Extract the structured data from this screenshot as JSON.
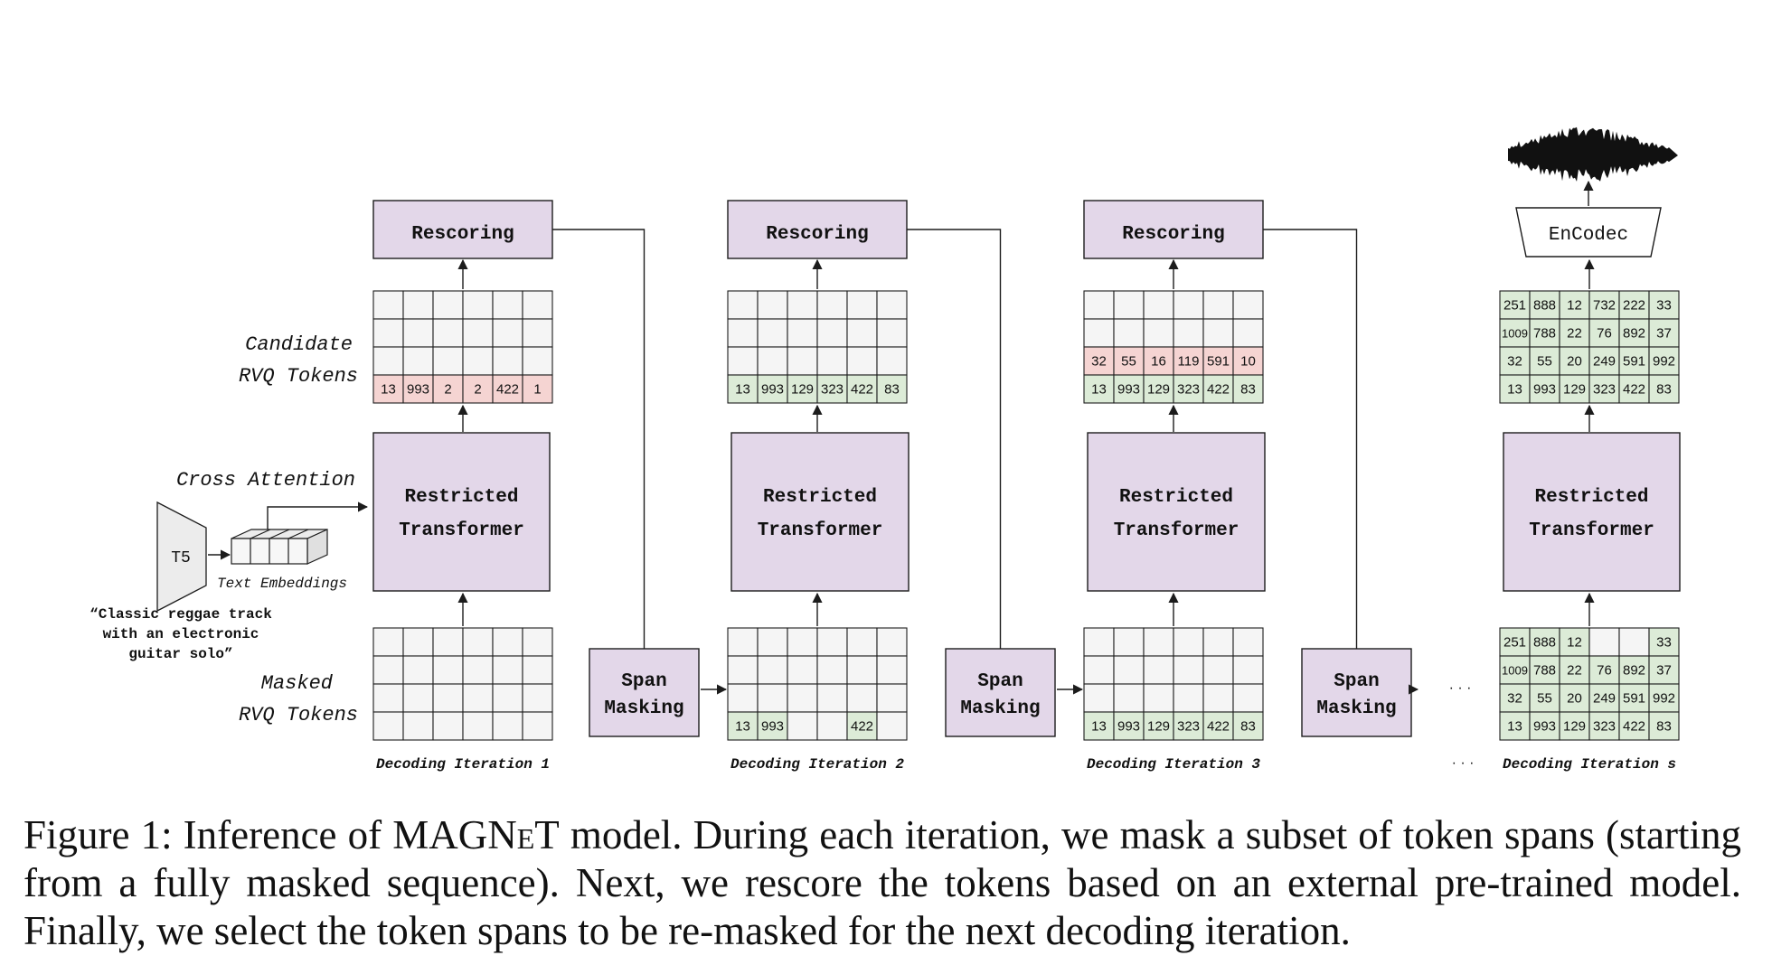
{
  "colors": {
    "box_fill": "#e3d7e9",
    "red_cell": "#f5d4d2",
    "green_cell": "#dcebd7",
    "empty_cell": "#f5f5f5",
    "line": "#1c1c1c"
  },
  "labels": {
    "candidate_line1": "Candidate",
    "candidate_line2": "RVQ Tokens",
    "masked_line1": "Masked",
    "masked_line2": "RVQ Tokens",
    "cross_attention": "Cross Attention",
    "t5": "T5",
    "text_embeddings": "Text Embeddings",
    "prompt": [
      "“Classic reggae track",
      "with an electronic",
      "guitar solo”"
    ],
    "encodec": "EnCodec",
    "ellipsis": "· · ·"
  },
  "blocks": {
    "rescoring": "Rescoring",
    "transformer": [
      "Restricted",
      "Transformer"
    ],
    "span_masking": [
      "Span",
      "Masking"
    ]
  },
  "iterations": [
    {
      "label": "Decoding Iteration 1",
      "has_rescoring": true,
      "candidate": [
        [
          "",
          "",
          "",
          "",
          "",
          ""
        ],
        [
          "",
          "",
          "",
          "",
          "",
          ""
        ],
        [
          "",
          "",
          "",
          "",
          "",
          ""
        ],
        [
          "13",
          "993",
          "2",
          "2",
          "422",
          "1"
        ]
      ],
      "candidate_states": [
        [
          "e",
          "e",
          "e",
          "e",
          "e",
          "e"
        ],
        [
          "e",
          "e",
          "e",
          "e",
          "e",
          "e"
        ],
        [
          "e",
          "e",
          "e",
          "e",
          "e",
          "e"
        ],
        [
          "r",
          "r",
          "r",
          "r",
          "r",
          "r"
        ]
      ],
      "masked": [
        [
          "",
          "",
          "",
          "",
          "",
          ""
        ],
        [
          "",
          "",
          "",
          "",
          "",
          ""
        ],
        [
          "",
          "",
          "",
          "",
          "",
          ""
        ],
        [
          "",
          "",
          "",
          "",
          "",
          ""
        ]
      ],
      "masked_states": [
        [
          "e",
          "e",
          "e",
          "e",
          "e",
          "e"
        ],
        [
          "e",
          "e",
          "e",
          "e",
          "e",
          "e"
        ],
        [
          "e",
          "e",
          "e",
          "e",
          "e",
          "e"
        ],
        [
          "e",
          "e",
          "e",
          "e",
          "e",
          "e"
        ]
      ]
    },
    {
      "label": "Decoding Iteration 2",
      "has_rescoring": true,
      "candidate": [
        [
          "",
          "",
          "",
          "",
          "",
          ""
        ],
        [
          "",
          "",
          "",
          "",
          "",
          ""
        ],
        [
          "",
          "",
          "",
          "",
          "",
          ""
        ],
        [
          "13",
          "993",
          "129",
          "323",
          "422",
          "83"
        ]
      ],
      "candidate_states": [
        [
          "e",
          "e",
          "e",
          "e",
          "e",
          "e"
        ],
        [
          "e",
          "e",
          "e",
          "e",
          "e",
          "e"
        ],
        [
          "e",
          "e",
          "e",
          "e",
          "e",
          "e"
        ],
        [
          "g",
          "g",
          "g",
          "g",
          "g",
          "g"
        ]
      ],
      "masked": [
        [
          "",
          "",
          "",
          "",
          "",
          ""
        ],
        [
          "",
          "",
          "",
          "",
          "",
          ""
        ],
        [
          "",
          "",
          "",
          "",
          "",
          ""
        ],
        [
          "13",
          "993",
          "",
          "",
          "422",
          ""
        ]
      ],
      "masked_states": [
        [
          "e",
          "e",
          "e",
          "e",
          "e",
          "e"
        ],
        [
          "e",
          "e",
          "e",
          "e",
          "e",
          "e"
        ],
        [
          "e",
          "e",
          "e",
          "e",
          "e",
          "e"
        ],
        [
          "g",
          "g",
          "e",
          "e",
          "g",
          "e"
        ]
      ]
    },
    {
      "label": "Decoding Iteration 3",
      "has_rescoring": true,
      "candidate": [
        [
          "",
          "",
          "",
          "",
          "",
          ""
        ],
        [
          "",
          "",
          "",
          "",
          "",
          ""
        ],
        [
          "32",
          "55",
          "16",
          "119",
          "591",
          "10"
        ],
        [
          "13",
          "993",
          "129",
          "323",
          "422",
          "83"
        ]
      ],
      "candidate_states": [
        [
          "e",
          "e",
          "e",
          "e",
          "e",
          "e"
        ],
        [
          "e",
          "e",
          "e",
          "e",
          "e",
          "e"
        ],
        [
          "r",
          "r",
          "r",
          "r",
          "r",
          "r"
        ],
        [
          "g",
          "g",
          "g",
          "g",
          "g",
          "g"
        ]
      ],
      "masked": [
        [
          "",
          "",
          "",
          "",
          "",
          ""
        ],
        [
          "",
          "",
          "",
          "",
          "",
          ""
        ],
        [
          "",
          "",
          "",
          "",
          "",
          ""
        ],
        [
          "13",
          "993",
          "129",
          "323",
          "422",
          "83"
        ]
      ],
      "masked_states": [
        [
          "e",
          "e",
          "e",
          "e",
          "e",
          "e"
        ],
        [
          "e",
          "e",
          "e",
          "e",
          "e",
          "e"
        ],
        [
          "e",
          "e",
          "e",
          "e",
          "e",
          "e"
        ],
        [
          "g",
          "g",
          "g",
          "g",
          "g",
          "g"
        ]
      ]
    },
    {
      "label": "Decoding Iteration s",
      "has_rescoring": false,
      "candidate": [
        [
          "251",
          "888",
          "12",
          "732",
          "222",
          "33"
        ],
        [
          "1009",
          "788",
          "22",
          "76",
          "892",
          "37"
        ],
        [
          "32",
          "55",
          "20",
          "249",
          "591",
          "992"
        ],
        [
          "13",
          "993",
          "129",
          "323",
          "422",
          "83"
        ]
      ],
      "candidate_states": [
        [
          "g",
          "g",
          "g",
          "g",
          "g",
          "g"
        ],
        [
          "g",
          "g",
          "g",
          "g",
          "g",
          "g"
        ],
        [
          "g",
          "g",
          "g",
          "g",
          "g",
          "g"
        ],
        [
          "g",
          "g",
          "g",
          "g",
          "g",
          "g"
        ]
      ],
      "masked": [
        [
          "251",
          "888",
          "12",
          "",
          "",
          "33"
        ],
        [
          "1009",
          "788",
          "22",
          "76",
          "892",
          "37"
        ],
        [
          "32",
          "55",
          "20",
          "249",
          "591",
          "992"
        ],
        [
          "13",
          "993",
          "129",
          "323",
          "422",
          "83"
        ]
      ],
      "masked_states": [
        [
          "g",
          "g",
          "g",
          "e",
          "e",
          "g"
        ],
        [
          "g",
          "g",
          "g",
          "g",
          "g",
          "g"
        ],
        [
          "g",
          "g",
          "g",
          "g",
          "g",
          "g"
        ],
        [
          "g",
          "g",
          "g",
          "g",
          "g",
          "g"
        ]
      ]
    }
  ],
  "caption": {
    "prefix": "Figure 1: Inference of ",
    "model_name": "MAGNeT",
    "rest": " model. During each iteration, we mask a subset of token spans (starting from a fully masked sequence). Next, we rescore the tokens based on an external pre-trained model. Finally, we select the token spans to be re-masked for the next decoding iteration."
  }
}
